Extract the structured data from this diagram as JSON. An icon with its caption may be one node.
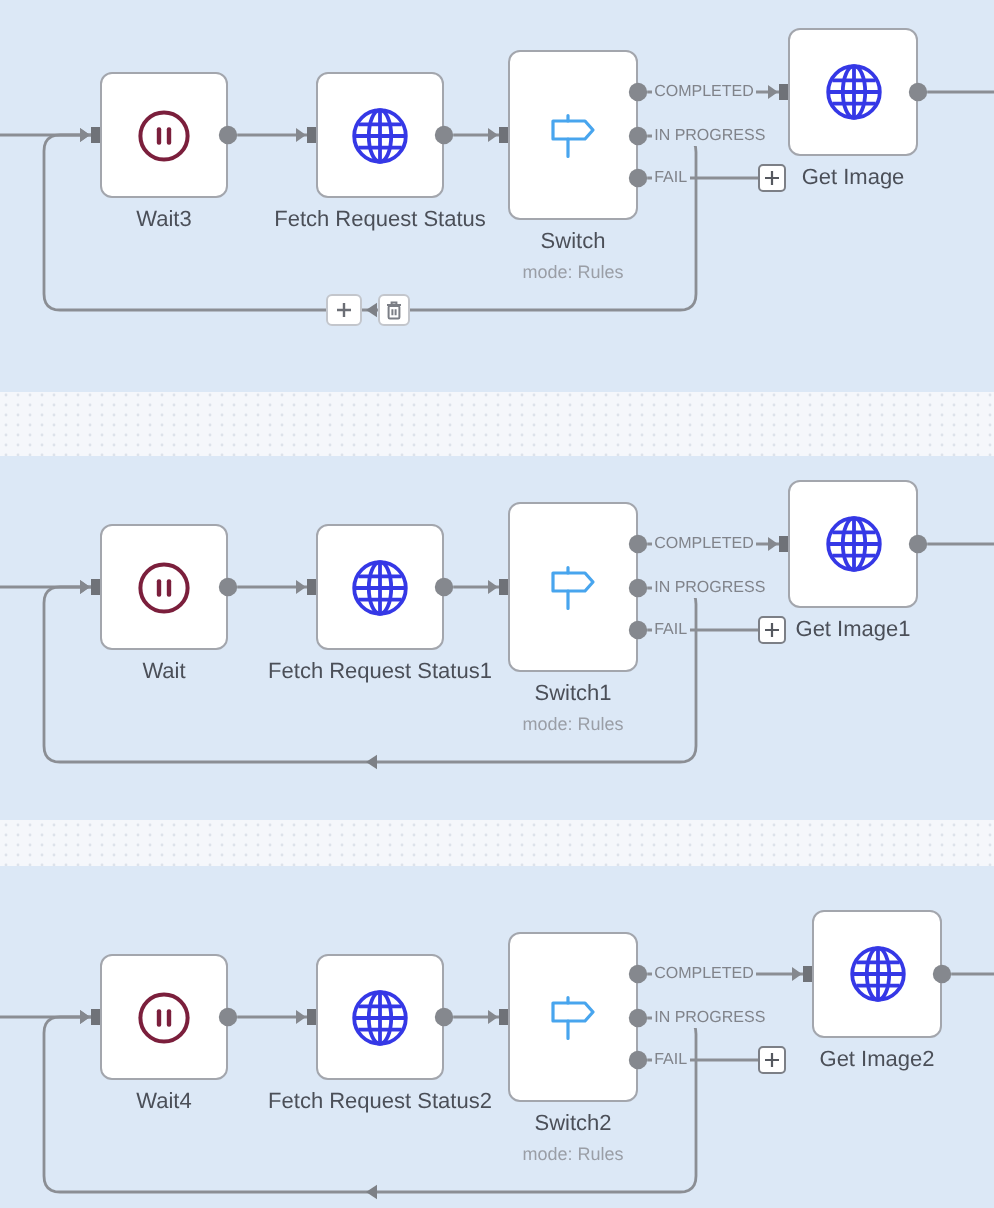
{
  "diagram": {
    "nodes": [
      {
        "text": [
          "Wait3"
        ]
      },
      {
        "text": [
          "Fetch Request Status"
        ]
      },
      {
        "text": [
          "Switch",
          "mode: Rules"
        ]
      },
      {
        "text": [
          "Get Image"
        ]
      },
      {
        "text": [],
        "shape": "box"
      },
      {
        "text": [
          "Wait"
        ]
      },
      {
        "text": [
          "Fetch Request Status1"
        ]
      },
      {
        "text": [
          "Switch1",
          "mode: Rules"
        ]
      },
      {
        "text": [
          "Get Image1"
        ]
      },
      {
        "text": [],
        "shape": "box"
      },
      {
        "text": [
          "Wait4"
        ]
      },
      {
        "text": [
          "Fetch Request Status2"
        ]
      },
      {
        "text": [
          "Switch2",
          "mode: Rules"
        ]
      },
      {
        "text": [
          "Get Image2"
        ]
      },
      {
        "text": [],
        "shape": "box"
      }
    ],
    "edges": [
      {
        "from": null,
        "to": 0,
        "arrow": "to"
      },
      {
        "from": 0,
        "to": 1,
        "arrow": "to"
      },
      {
        "from": 1,
        "to": 2,
        "arrow": "to"
      },
      {
        "from": 2,
        "to": 3,
        "arrow": "to",
        "label": "COMPLETED"
      },
      {
        "from": 2,
        "to": 0,
        "arrow": "to",
        "label": "IN PROGRESS"
      },
      {
        "from": 2,
        "to": 4,
        "arrow": "none",
        "label": "FAIL"
      },
      {
        "from": 3,
        "to": null,
        "arrow": "none"
      },
      {
        "from": null,
        "to": 5,
        "arrow": "to"
      },
      {
        "from": 5,
        "to": 6,
        "arrow": "to"
      },
      {
        "from": 6,
        "to": 7,
        "arrow": "to"
      },
      {
        "from": 7,
        "to": 8,
        "arrow": "to",
        "label": "COMPLETED"
      },
      {
        "from": 7,
        "to": 5,
        "arrow": "to",
        "label": "IN PROGRESS"
      },
      {
        "from": 7,
        "to": 9,
        "arrow": "none",
        "label": "FAIL"
      },
      {
        "from": 8,
        "to": null,
        "arrow": "none"
      },
      {
        "from": null,
        "to": 10,
        "arrow": "to"
      },
      {
        "from": 10,
        "to": 11,
        "arrow": "to"
      },
      {
        "from": 11,
        "to": 12,
        "arrow": "to"
      },
      {
        "from": 12,
        "to": 13,
        "arrow": "to",
        "label": "COMPLETED"
      },
      {
        "from": 12,
        "to": 10,
        "arrow": "to",
        "label": "IN PROGRESS"
      },
      {
        "from": 12,
        "to": 14,
        "arrow": "none",
        "label": "FAIL"
      },
      {
        "from": 13,
        "to": null,
        "arrow": "none"
      }
    ]
  }
}
